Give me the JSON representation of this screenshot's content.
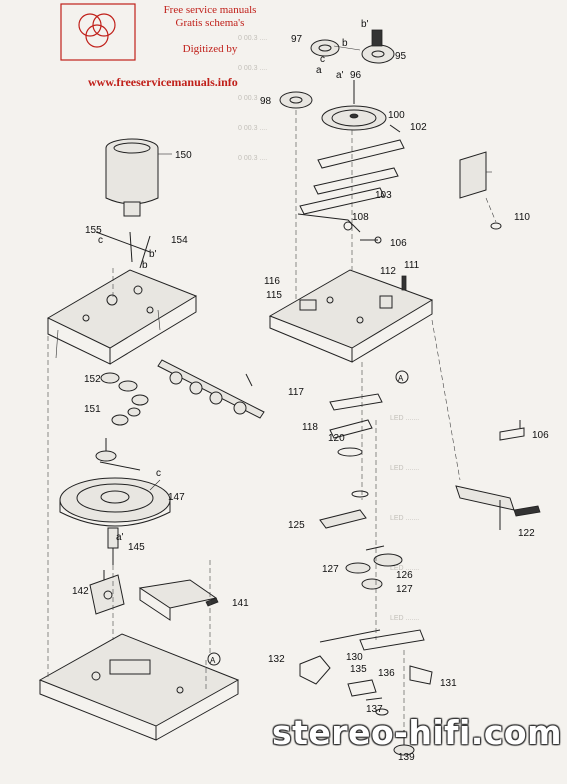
{
  "header": {
    "line1": "Free service manuals",
    "line2": "Gratis schema's",
    "line3": "Digitized by",
    "url": "www.freeservicemanuals.info"
  },
  "watermark": "stereo-hifi.com",
  "callouts": [
    "97",
    "b",
    "b'",
    "95",
    "a",
    "c",
    "a'",
    "96",
    "98",
    "100",
    "102",
    "150",
    "103",
    "108",
    "110",
    "155",
    "c",
    "154",
    "b",
    "b'",
    "106",
    "116",
    "111",
    "112",
    "115",
    "A",
    "117",
    "152",
    "151",
    "118",
    "106",
    "120",
    "147",
    "c",
    "125",
    "122",
    "a'",
    "145",
    "127",
    "126",
    "127",
    "142",
    "141",
    "A",
    "132",
    "130",
    "136",
    "135",
    "131",
    "137",
    "139"
  ],
  "colors": {
    "red": "#c0201a",
    "ink": "#222222",
    "paper": "#f4f2ee"
  }
}
